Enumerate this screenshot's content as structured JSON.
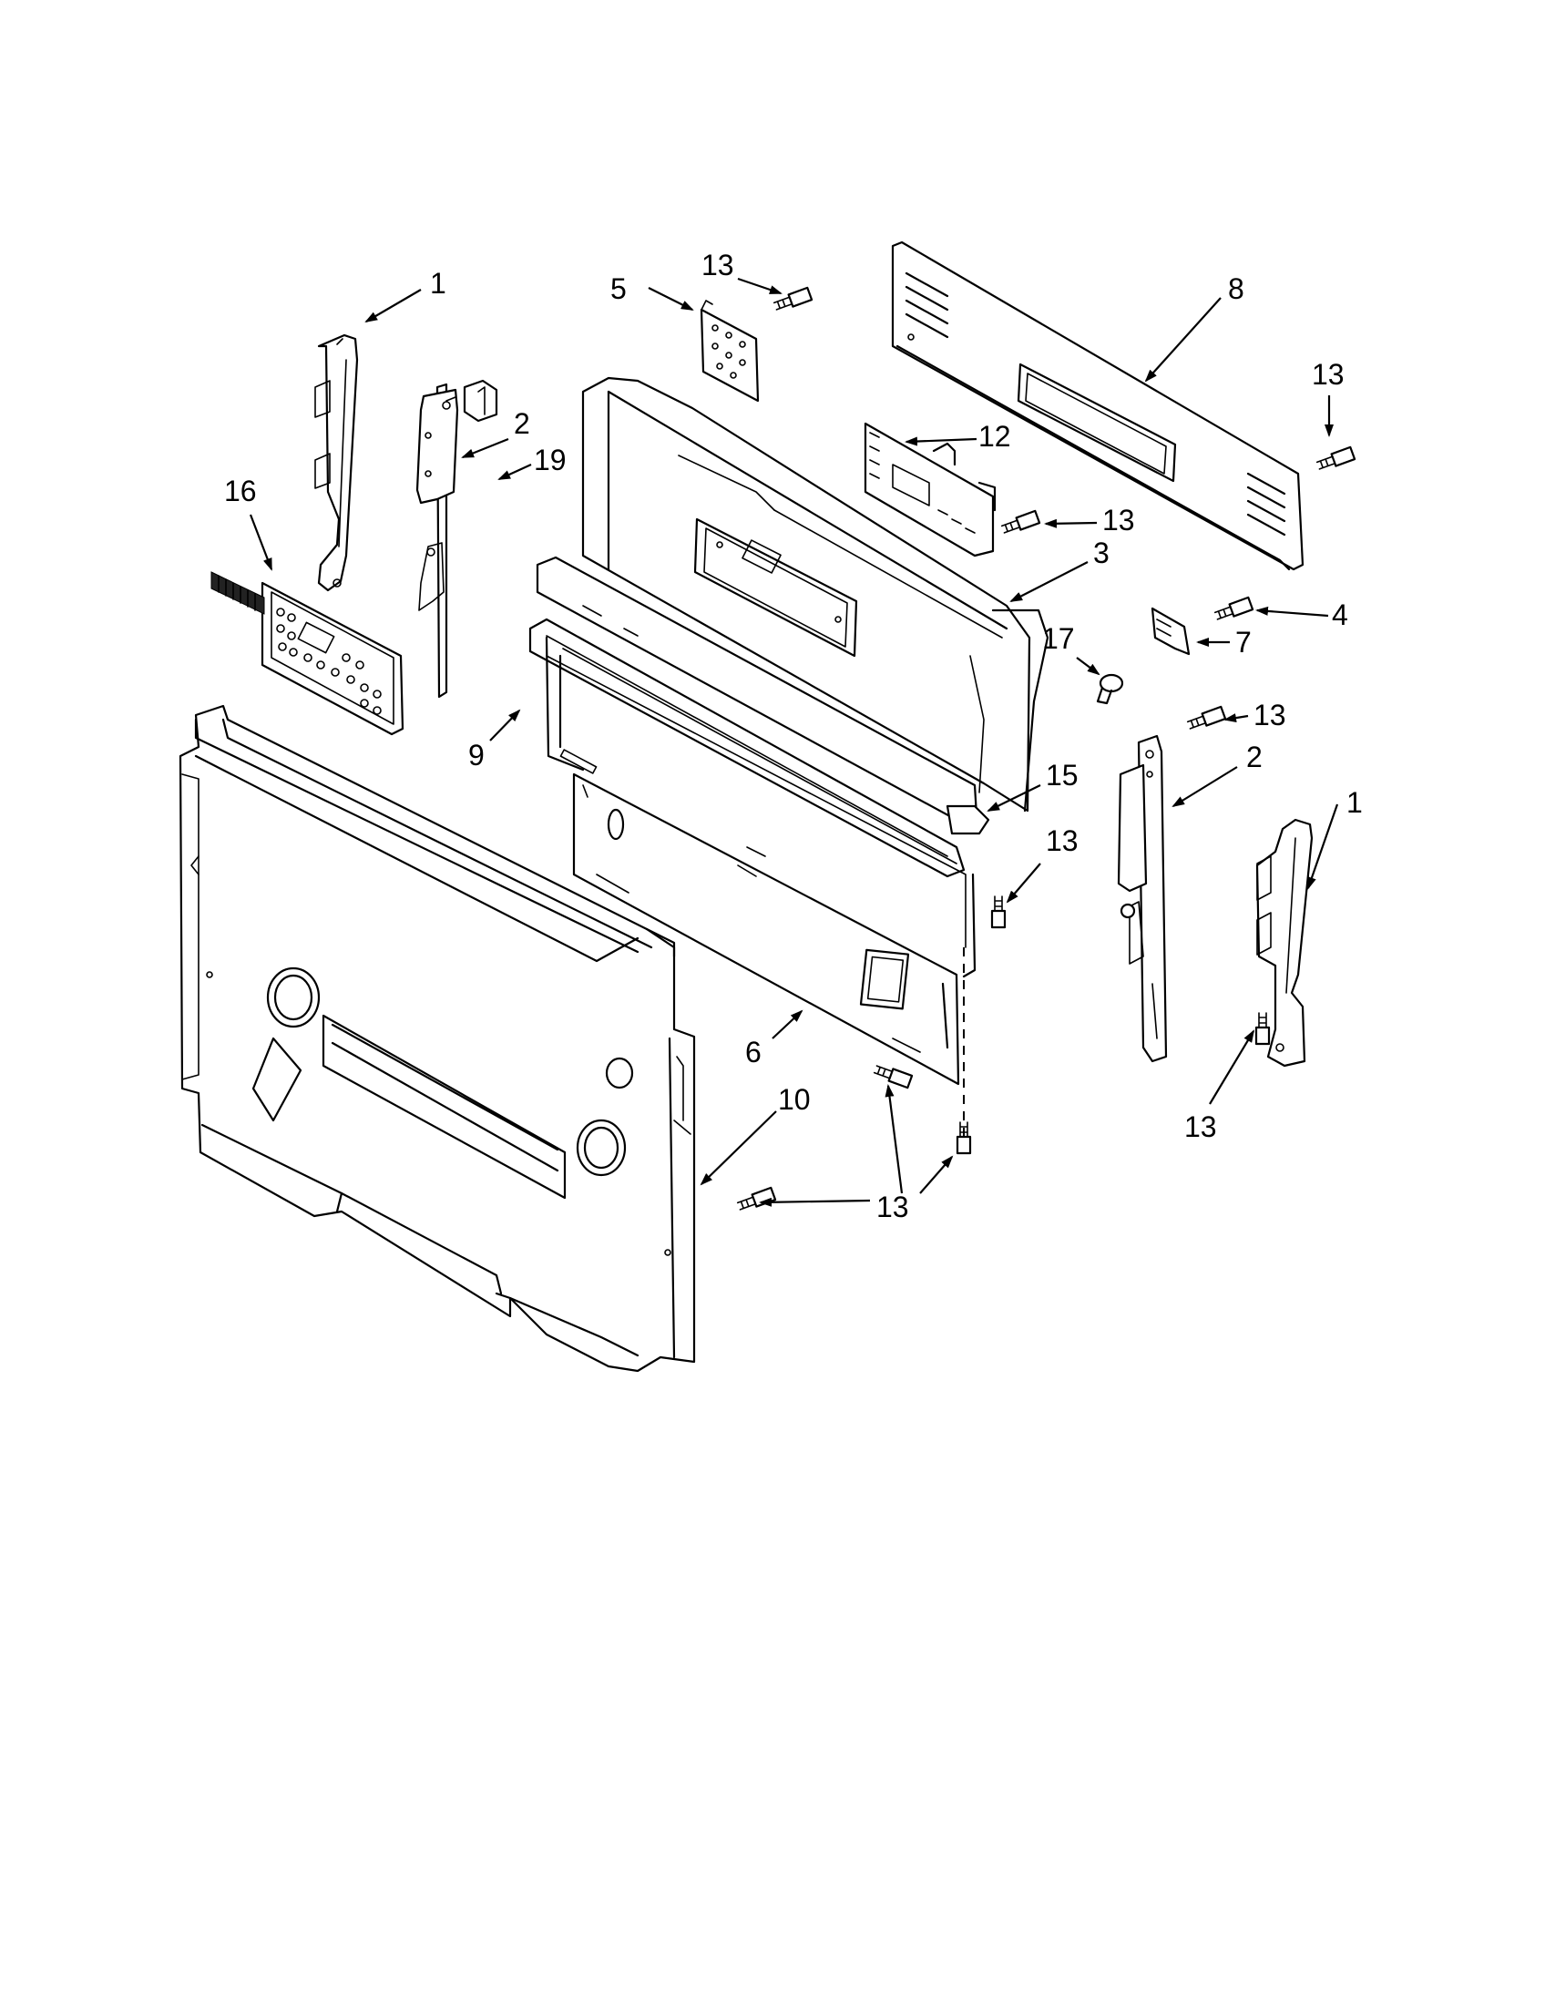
{
  "callouts": [
    {
      "id": "c1a",
      "label": "1"
    },
    {
      "id": "c1b",
      "label": "1"
    },
    {
      "id": "c2a",
      "label": "2"
    },
    {
      "id": "c2b",
      "label": "2"
    },
    {
      "id": "c3",
      "label": "3"
    },
    {
      "id": "c4",
      "label": "4"
    },
    {
      "id": "c5",
      "label": "5"
    },
    {
      "id": "c6",
      "label": "6"
    },
    {
      "id": "c7",
      "label": "7"
    },
    {
      "id": "c8",
      "label": "8"
    },
    {
      "id": "c9",
      "label": "9"
    },
    {
      "id": "c10",
      "label": "10"
    },
    {
      "id": "c12",
      "label": "12"
    },
    {
      "id": "c13a",
      "label": "13"
    },
    {
      "id": "c13b",
      "label": "13"
    },
    {
      "id": "c13c",
      "label": "13"
    },
    {
      "id": "c13d",
      "label": "13"
    },
    {
      "id": "c13e",
      "label": "13"
    },
    {
      "id": "c13f",
      "label": "13"
    },
    {
      "id": "c13g",
      "label": "13"
    },
    {
      "id": "c15",
      "label": "15"
    },
    {
      "id": "c16",
      "label": "16"
    },
    {
      "id": "c17",
      "label": "17"
    },
    {
      "id": "c19",
      "label": "19"
    }
  ]
}
